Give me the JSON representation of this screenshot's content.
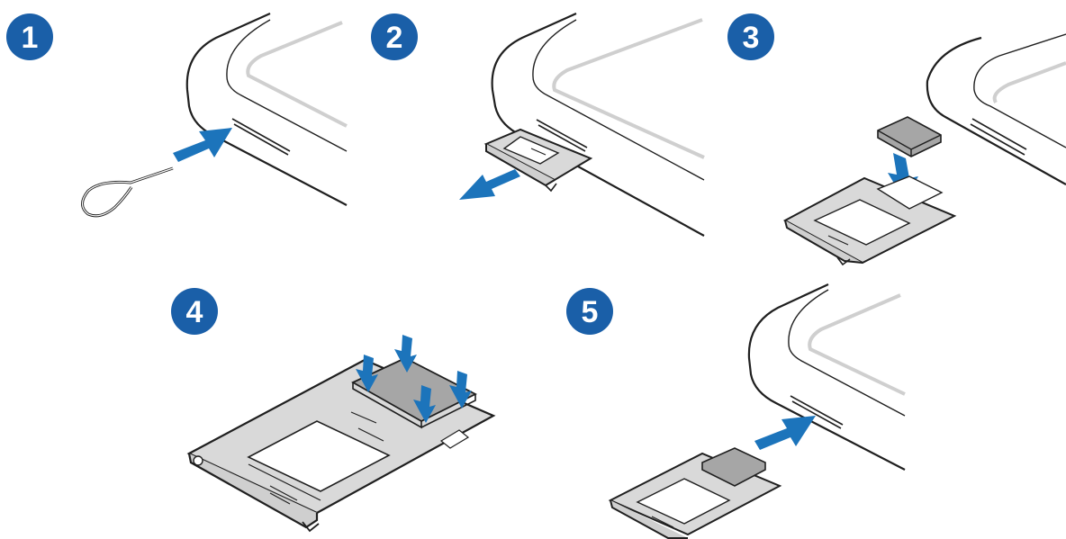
{
  "steps": [
    {
      "number": "1"
    },
    {
      "number": "2"
    },
    {
      "number": "3"
    },
    {
      "number": "4"
    },
    {
      "number": "5"
    }
  ],
  "colors": {
    "badge": "#1a5fa8",
    "arrow": "#1c74bb",
    "outline": "#1f1f1f",
    "screen_line": "#cfcfcf",
    "tray_fill": "#d9d9d9",
    "card_fill": "#a6a6a6"
  }
}
